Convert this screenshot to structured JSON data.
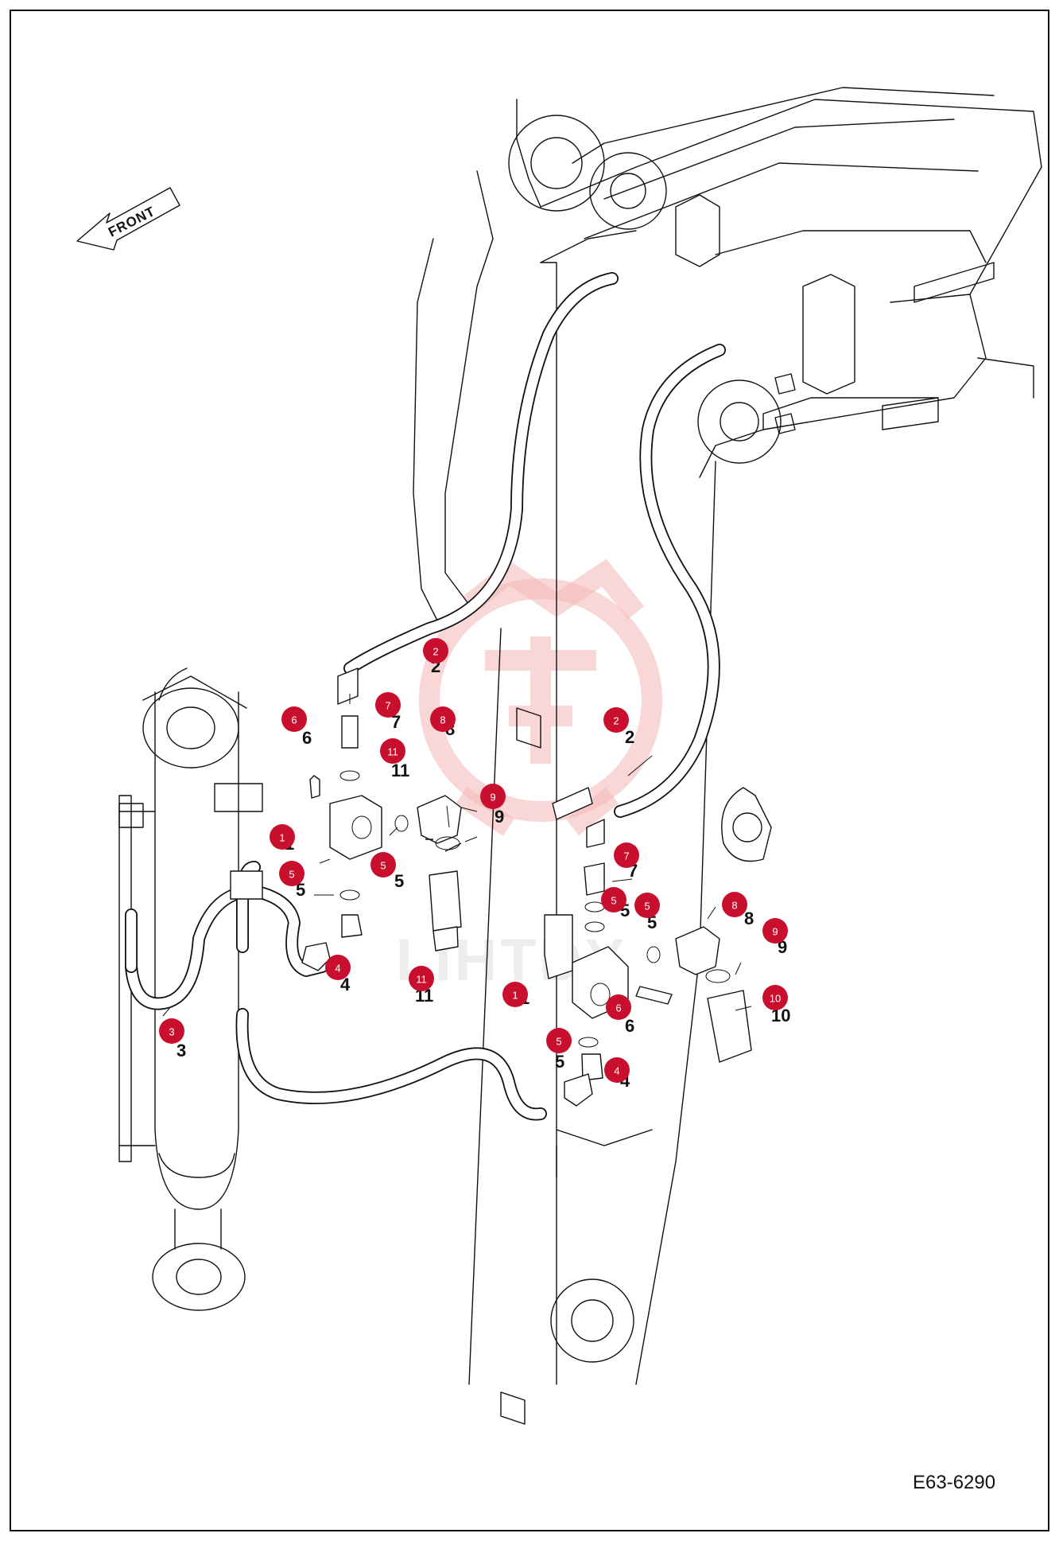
{
  "drawing_code": "E63-6290",
  "front_label": "FRONT",
  "watermark_text": "LIHTDY",
  "colors": {
    "callout": "#c8102e",
    "line": "#111111",
    "watermark": "#f4b6b6"
  },
  "callouts": [
    {
      "id": "c1a",
      "label": "1"
    },
    {
      "id": "c1b",
      "label": "1"
    },
    {
      "id": "c2a",
      "label": "2"
    },
    {
      "id": "c2b",
      "label": "2"
    },
    {
      "id": "c3",
      "label": "3"
    },
    {
      "id": "c4a",
      "label": "4"
    },
    {
      "id": "c4b",
      "label": "4"
    },
    {
      "id": "c5a",
      "label": "5"
    },
    {
      "id": "c5b",
      "label": "5"
    },
    {
      "id": "c5c",
      "label": "5"
    },
    {
      "id": "c5d",
      "label": "5"
    },
    {
      "id": "c5e",
      "label": "5"
    },
    {
      "id": "c6a",
      "label": "6"
    },
    {
      "id": "c6b",
      "label": "6"
    },
    {
      "id": "c7a",
      "label": "7"
    },
    {
      "id": "c7b",
      "label": "7"
    },
    {
      "id": "c8a",
      "label": "8"
    },
    {
      "id": "c8b",
      "label": "8"
    },
    {
      "id": "c9a",
      "label": "9"
    },
    {
      "id": "c9b",
      "label": "9"
    },
    {
      "id": "c10",
      "label": "10"
    },
    {
      "id": "c11a",
      "label": "11"
    },
    {
      "id": "c11b",
      "label": "11"
    }
  ],
  "part_numbers": [
    {
      "id": "n1a",
      "text": "1"
    },
    {
      "id": "n1b",
      "text": "1"
    },
    {
      "id": "n2a",
      "text": "2"
    },
    {
      "id": "n2b",
      "text": "2"
    },
    {
      "id": "n3",
      "text": "3"
    },
    {
      "id": "n4a",
      "text": "4"
    },
    {
      "id": "n4b",
      "text": "4"
    },
    {
      "id": "n5a",
      "text": "5"
    },
    {
      "id": "n5b",
      "text": "5"
    },
    {
      "id": "n5c",
      "text": "5"
    },
    {
      "id": "n5d",
      "text": "5"
    },
    {
      "id": "n5e",
      "text": "5"
    },
    {
      "id": "n6a",
      "text": "6"
    },
    {
      "id": "n6b",
      "text": "6"
    },
    {
      "id": "n7a",
      "text": "7"
    },
    {
      "id": "n7b",
      "text": "7"
    },
    {
      "id": "n8a",
      "text": "8"
    },
    {
      "id": "n8b",
      "text": "8"
    },
    {
      "id": "n9a",
      "text": "9"
    },
    {
      "id": "n9b",
      "text": "9"
    },
    {
      "id": "n10",
      "text": "10"
    },
    {
      "id": "n11a",
      "text": "11"
    },
    {
      "id": "n11b",
      "text": "11"
    }
  ]
}
